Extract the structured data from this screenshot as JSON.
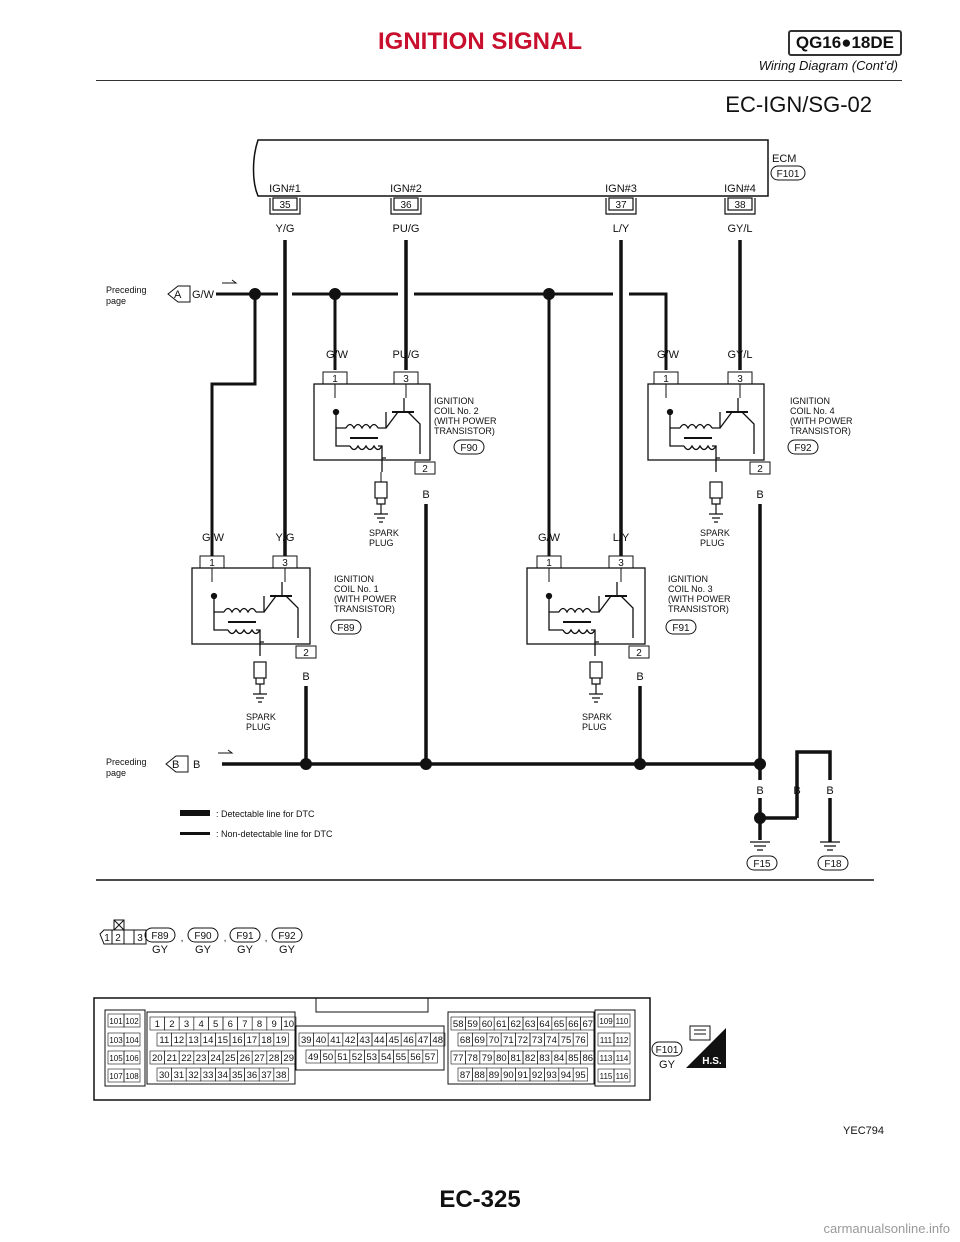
{
  "header": {
    "title": "IGNITION SIGNAL",
    "model": "QG16●18DE",
    "subtitle": "Wiring Diagram (Cont’d)"
  },
  "diagram_id": "EC-IGN/SG-02",
  "ecm": {
    "label": "ECM",
    "connector": "F101",
    "terminals": [
      {
        "name": "IGN#1",
        "pin": "35",
        "wire": "Y/G"
      },
      {
        "name": "IGN#2",
        "pin": "36",
        "wire": "PU/G"
      },
      {
        "name": "IGN#3",
        "pin": "37",
        "wire": "L/Y"
      },
      {
        "name": "IGN#4",
        "pin": "38",
        "wire": "GY/L"
      }
    ]
  },
  "preceding": {
    "label_line1": "Preceding",
    "label_line2": "page",
    "a": "A",
    "a_wire": "G/W",
    "b": "B",
    "b_wire": "B"
  },
  "coils": [
    {
      "l1": "IGNITION",
      "l2": "COIL No. 1",
      "l3": "(WITH POWER",
      "l4": "TRANSISTOR)",
      "conn": "F89",
      "w1": "G/W",
      "w3": "Y/G",
      "w2": "B",
      "p1": "1",
      "p2": "2",
      "p3": "3"
    },
    {
      "l1": "IGNITION",
      "l2": "COIL No. 2",
      "l3": "(WITH POWER",
      "l4": "TRANSISTOR)",
      "conn": "F90",
      "w1": "G/W",
      "w3": "PU/G",
      "w2": "B",
      "p1": "1",
      "p2": "2",
      "p3": "3"
    },
    {
      "l1": "IGNITION",
      "l2": "COIL No. 3",
      "l3": "(WITH POWER",
      "l4": "TRANSISTOR)",
      "conn": "F91",
      "w1": "G/W",
      "w3": "L/Y",
      "w2": "B",
      "p1": "1",
      "p2": "2",
      "p3": "3"
    },
    {
      "l1": "IGNITION",
      "l2": "COIL No. 4",
      "l3": "(WITH POWER",
      "l4": "TRANSISTOR)",
      "conn": "F92",
      "w1": "G/W",
      "w3": "GY/L",
      "w2": "B",
      "p1": "1",
      "p2": "2",
      "p3": "3"
    }
  ],
  "spark": {
    "l1": "SPARK",
    "l2": "PLUG"
  },
  "ground": {
    "w1": "B",
    "w2": "B",
    "w3": "B",
    "g1": "F15",
    "g2": "F18"
  },
  "legend": {
    "detectable": ": Detectable line for DTC",
    "non_detectable": ": Non-detectable line for DTC"
  },
  "connectors": {
    "small_pins": [
      "1",
      "2",
      "3"
    ],
    "items": [
      {
        "id": "F89",
        "color": "GY"
      },
      {
        "id": "F90",
        "color": "GY"
      },
      {
        "id": "F91",
        "color": "GY"
      },
      {
        "id": "F92",
        "color": "GY"
      }
    ],
    "sep": ",",
    "ecm_conn": "F101",
    "ecm_color": "GY",
    "hs": "H.S.",
    "rows": {
      "a1": [
        "101",
        "102"
      ],
      "a2": [
        "103",
        "104"
      ],
      "a3": [
        "105",
        "106"
      ],
      "a4": [
        "107",
        "108"
      ],
      "b1": [
        "1",
        "2",
        "3",
        "4",
        "5",
        "6",
        "7",
        "8",
        "9",
        "10"
      ],
      "b2": [
        "11",
        "12",
        "13",
        "14",
        "15",
        "16",
        "17",
        "18",
        "19"
      ],
      "b3": [
        "20",
        "21",
        "22",
        "23",
        "24",
        "25",
        "26",
        "27",
        "28",
        "29"
      ],
      "b4": [
        "30",
        "31",
        "32",
        "33",
        "34",
        "35",
        "36",
        "37",
        "38"
      ],
      "c1": [
        "39",
        "40",
        "41",
        "42",
        "43",
        "44",
        "45",
        "46",
        "47",
        "48"
      ],
      "c2": [
        "49",
        "50",
        "51",
        "52",
        "53",
        "54",
        "55",
        "56",
        "57"
      ],
      "d1": [
        "58",
        "59",
        "60",
        "61",
        "62",
        "63",
        "64",
        "65",
        "66",
        "67"
      ],
      "d2": [
        "68",
        "69",
        "70",
        "71",
        "72",
        "73",
        "74",
        "75",
        "76"
      ],
      "d3": [
        "77",
        "78",
        "79",
        "80",
        "81",
        "82",
        "83",
        "84",
        "85",
        "86"
      ],
      "d4": [
        "87",
        "88",
        "89",
        "90",
        "91",
        "92",
        "93",
        "94",
        "95"
      ],
      "e1": [
        "109",
        "110"
      ],
      "e2": [
        "111",
        "112"
      ],
      "e3": [
        "113",
        "114"
      ],
      "e4": [
        "115",
        "116"
      ]
    }
  },
  "figure_code": "YEC794",
  "page_number": "EC-325",
  "watermark": "carmanualsonline.info"
}
